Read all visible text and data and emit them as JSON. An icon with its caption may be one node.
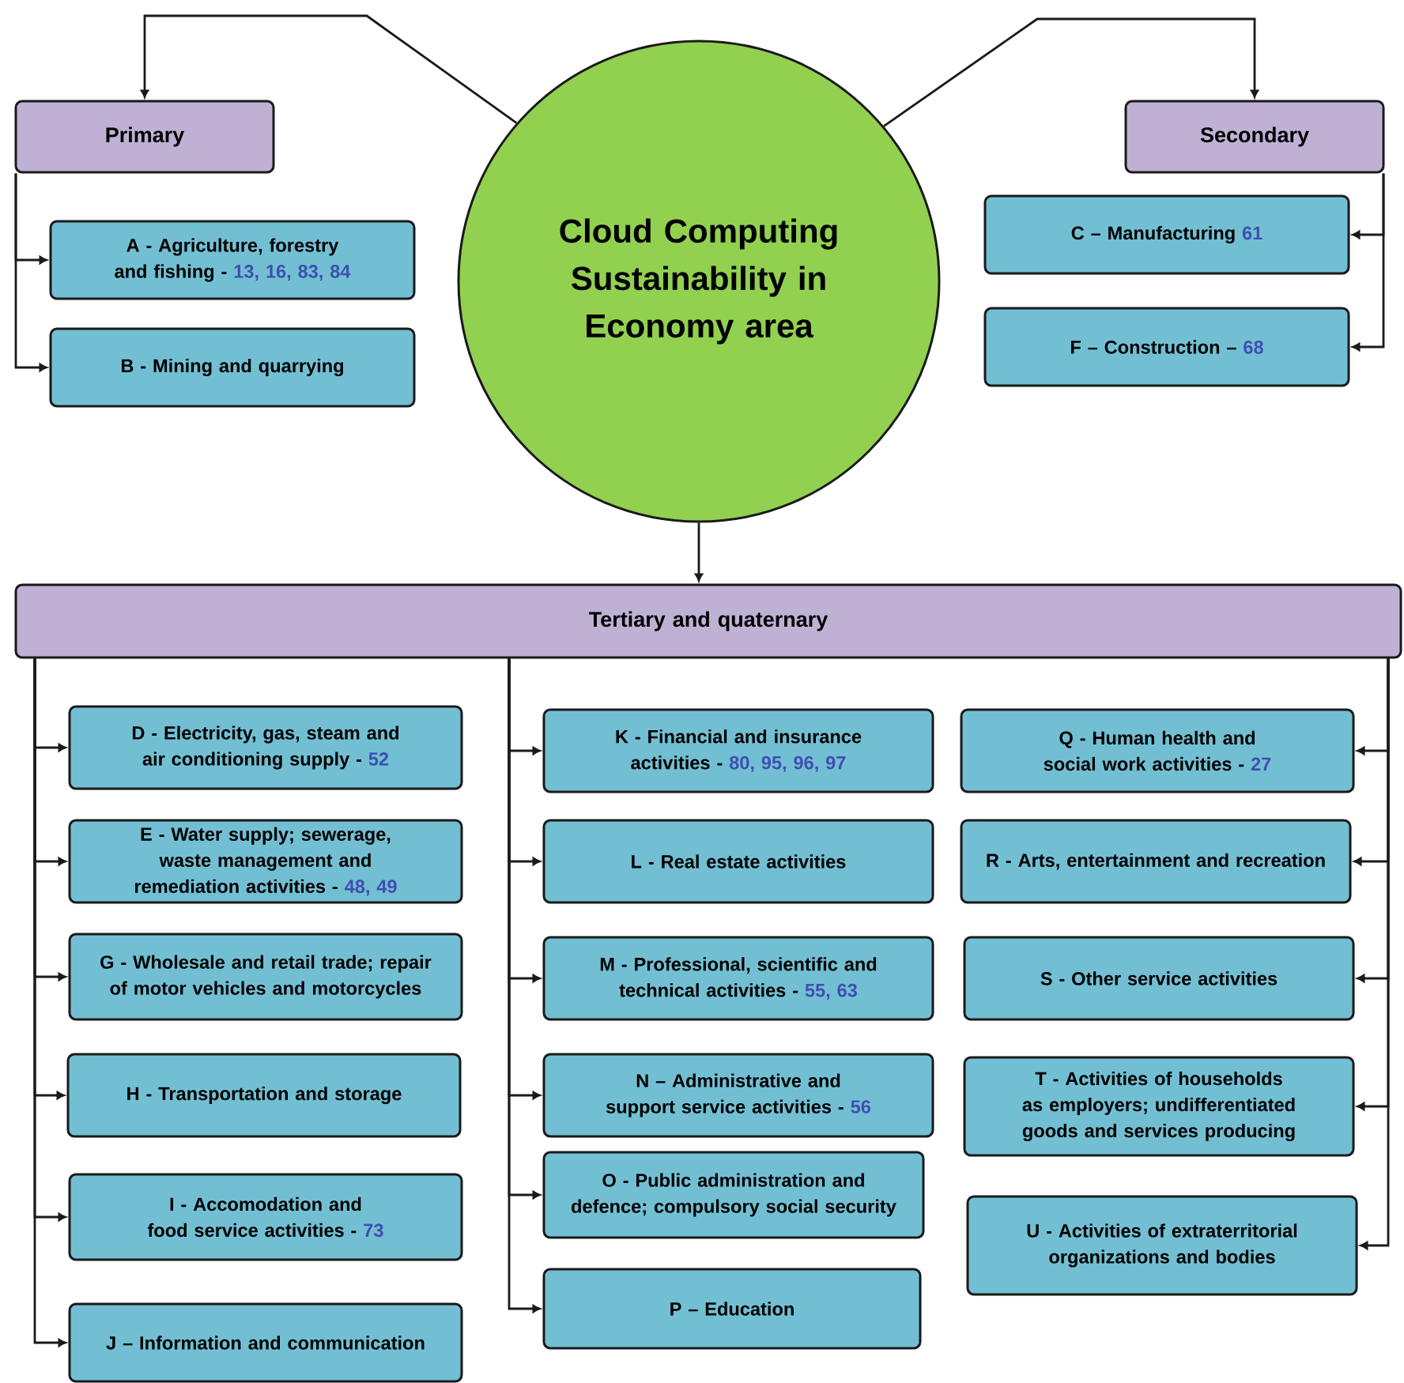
{
  "diagram": {
    "nodes": [
      {
        "text": [
          "Cloud Computing Sustainability in Economy area"
        ]
      },
      {
        "text": [
          "Primary"
        ]
      },
      {
        "text": [
          "A - Agriculture, forestry and fishing -",
          "13, 16, 83, 84"
        ]
      },
      {
        "text": [
          "B - Mining and quarrying"
        ]
      },
      {
        "text": [
          "Secondary"
        ]
      },
      {
        "text": [
          "C – Manufacturing",
          "61"
        ]
      },
      {
        "text": [
          "F – Construction –",
          "68"
        ]
      },
      {
        "text": [
          "Tertiary and quaternary"
        ]
      },
      {
        "text": [
          "D - Electricity, gas, steam and air conditioning supply -",
          "52"
        ]
      },
      {
        "text": [
          "E - Water supply; sewerage, waste management and remediation activities -",
          "48, 49"
        ]
      },
      {
        "text": [
          "G - Wholesale and retail trade; repair of motor vehicles and motorcycles"
        ]
      },
      {
        "text": [
          "H - Transportation and storage"
        ]
      },
      {
        "text": [
          "I - Accomodation and food service activities -",
          "73"
        ]
      },
      {
        "text": [
          "J – Information and communication"
        ]
      },
      {
        "text": [
          "K - Financial and insurance activities -",
          "80, 95, 96, 97"
        ]
      },
      {
        "text": [
          "L - Real estate activities"
        ]
      },
      {
        "text": [
          "M - Professional, scientific and technical activities -",
          "55, 63"
        ]
      },
      {
        "text": [
          "N – Administrative and support service activities -",
          "56"
        ]
      },
      {
        "text": [
          "O - Public administration and defence; compulsory social security"
        ]
      },
      {
        "text": [
          "P – Education"
        ]
      },
      {
        "text": [
          "Q - Human health and social work activities -",
          "27"
        ]
      },
      {
        "text": [
          "R - Arts, entertainment and recreation"
        ]
      },
      {
        "text": [
          "S - Other service activities"
        ]
      },
      {
        "text": [
          "T - Activities of households as employers; undifferentiated goods and services producing"
        ]
      },
      {
        "text": [
          "U - Activities of extraterritorial organizations and bodies"
        ]
      }
    ],
    "edges": [
      {
        "from": 0,
        "to": 1,
        "arrow": "to"
      },
      {
        "from": 0,
        "to": 4,
        "arrow": "to"
      },
      {
        "from": 0,
        "to": 7,
        "arrow": "to"
      },
      {
        "from": 1,
        "to": 2,
        "arrow": "to"
      },
      {
        "from": 1,
        "to": 3,
        "arrow": "to"
      },
      {
        "from": 4,
        "to": 5,
        "arrow": "to"
      },
      {
        "from": 4,
        "to": 6,
        "arrow": "to"
      },
      {
        "from": 7,
        "to": 8,
        "arrow": "to"
      },
      {
        "from": 7,
        "to": 9,
        "arrow": "to"
      },
      {
        "from": 7,
        "to": 10,
        "arrow": "to"
      },
      {
        "from": 7,
        "to": 11,
        "arrow": "to"
      },
      {
        "from": 7,
        "to": 12,
        "arrow": "to"
      },
      {
        "from": 7,
        "to": 13,
        "arrow": "to"
      },
      {
        "from": 7,
        "to": 14,
        "arrow": "to"
      },
      {
        "from": 7,
        "to": 15,
        "arrow": "to"
      },
      {
        "from": 7,
        "to": 16,
        "arrow": "to"
      },
      {
        "from": 7,
        "to": 17,
        "arrow": "to"
      },
      {
        "from": 7,
        "to": 18,
        "arrow": "to"
      },
      {
        "from": 7,
        "to": 19,
        "arrow": "to"
      },
      {
        "from": 7,
        "to": 20,
        "arrow": "to"
      },
      {
        "from": 7,
        "to": 21,
        "arrow": "to"
      },
      {
        "from": 7,
        "to": 22,
        "arrow": "to"
      },
      {
        "from": 7,
        "to": 23,
        "arrow": "to"
      },
      {
        "from": 7,
        "to": 24,
        "arrow": "to"
      }
    ]
  }
}
